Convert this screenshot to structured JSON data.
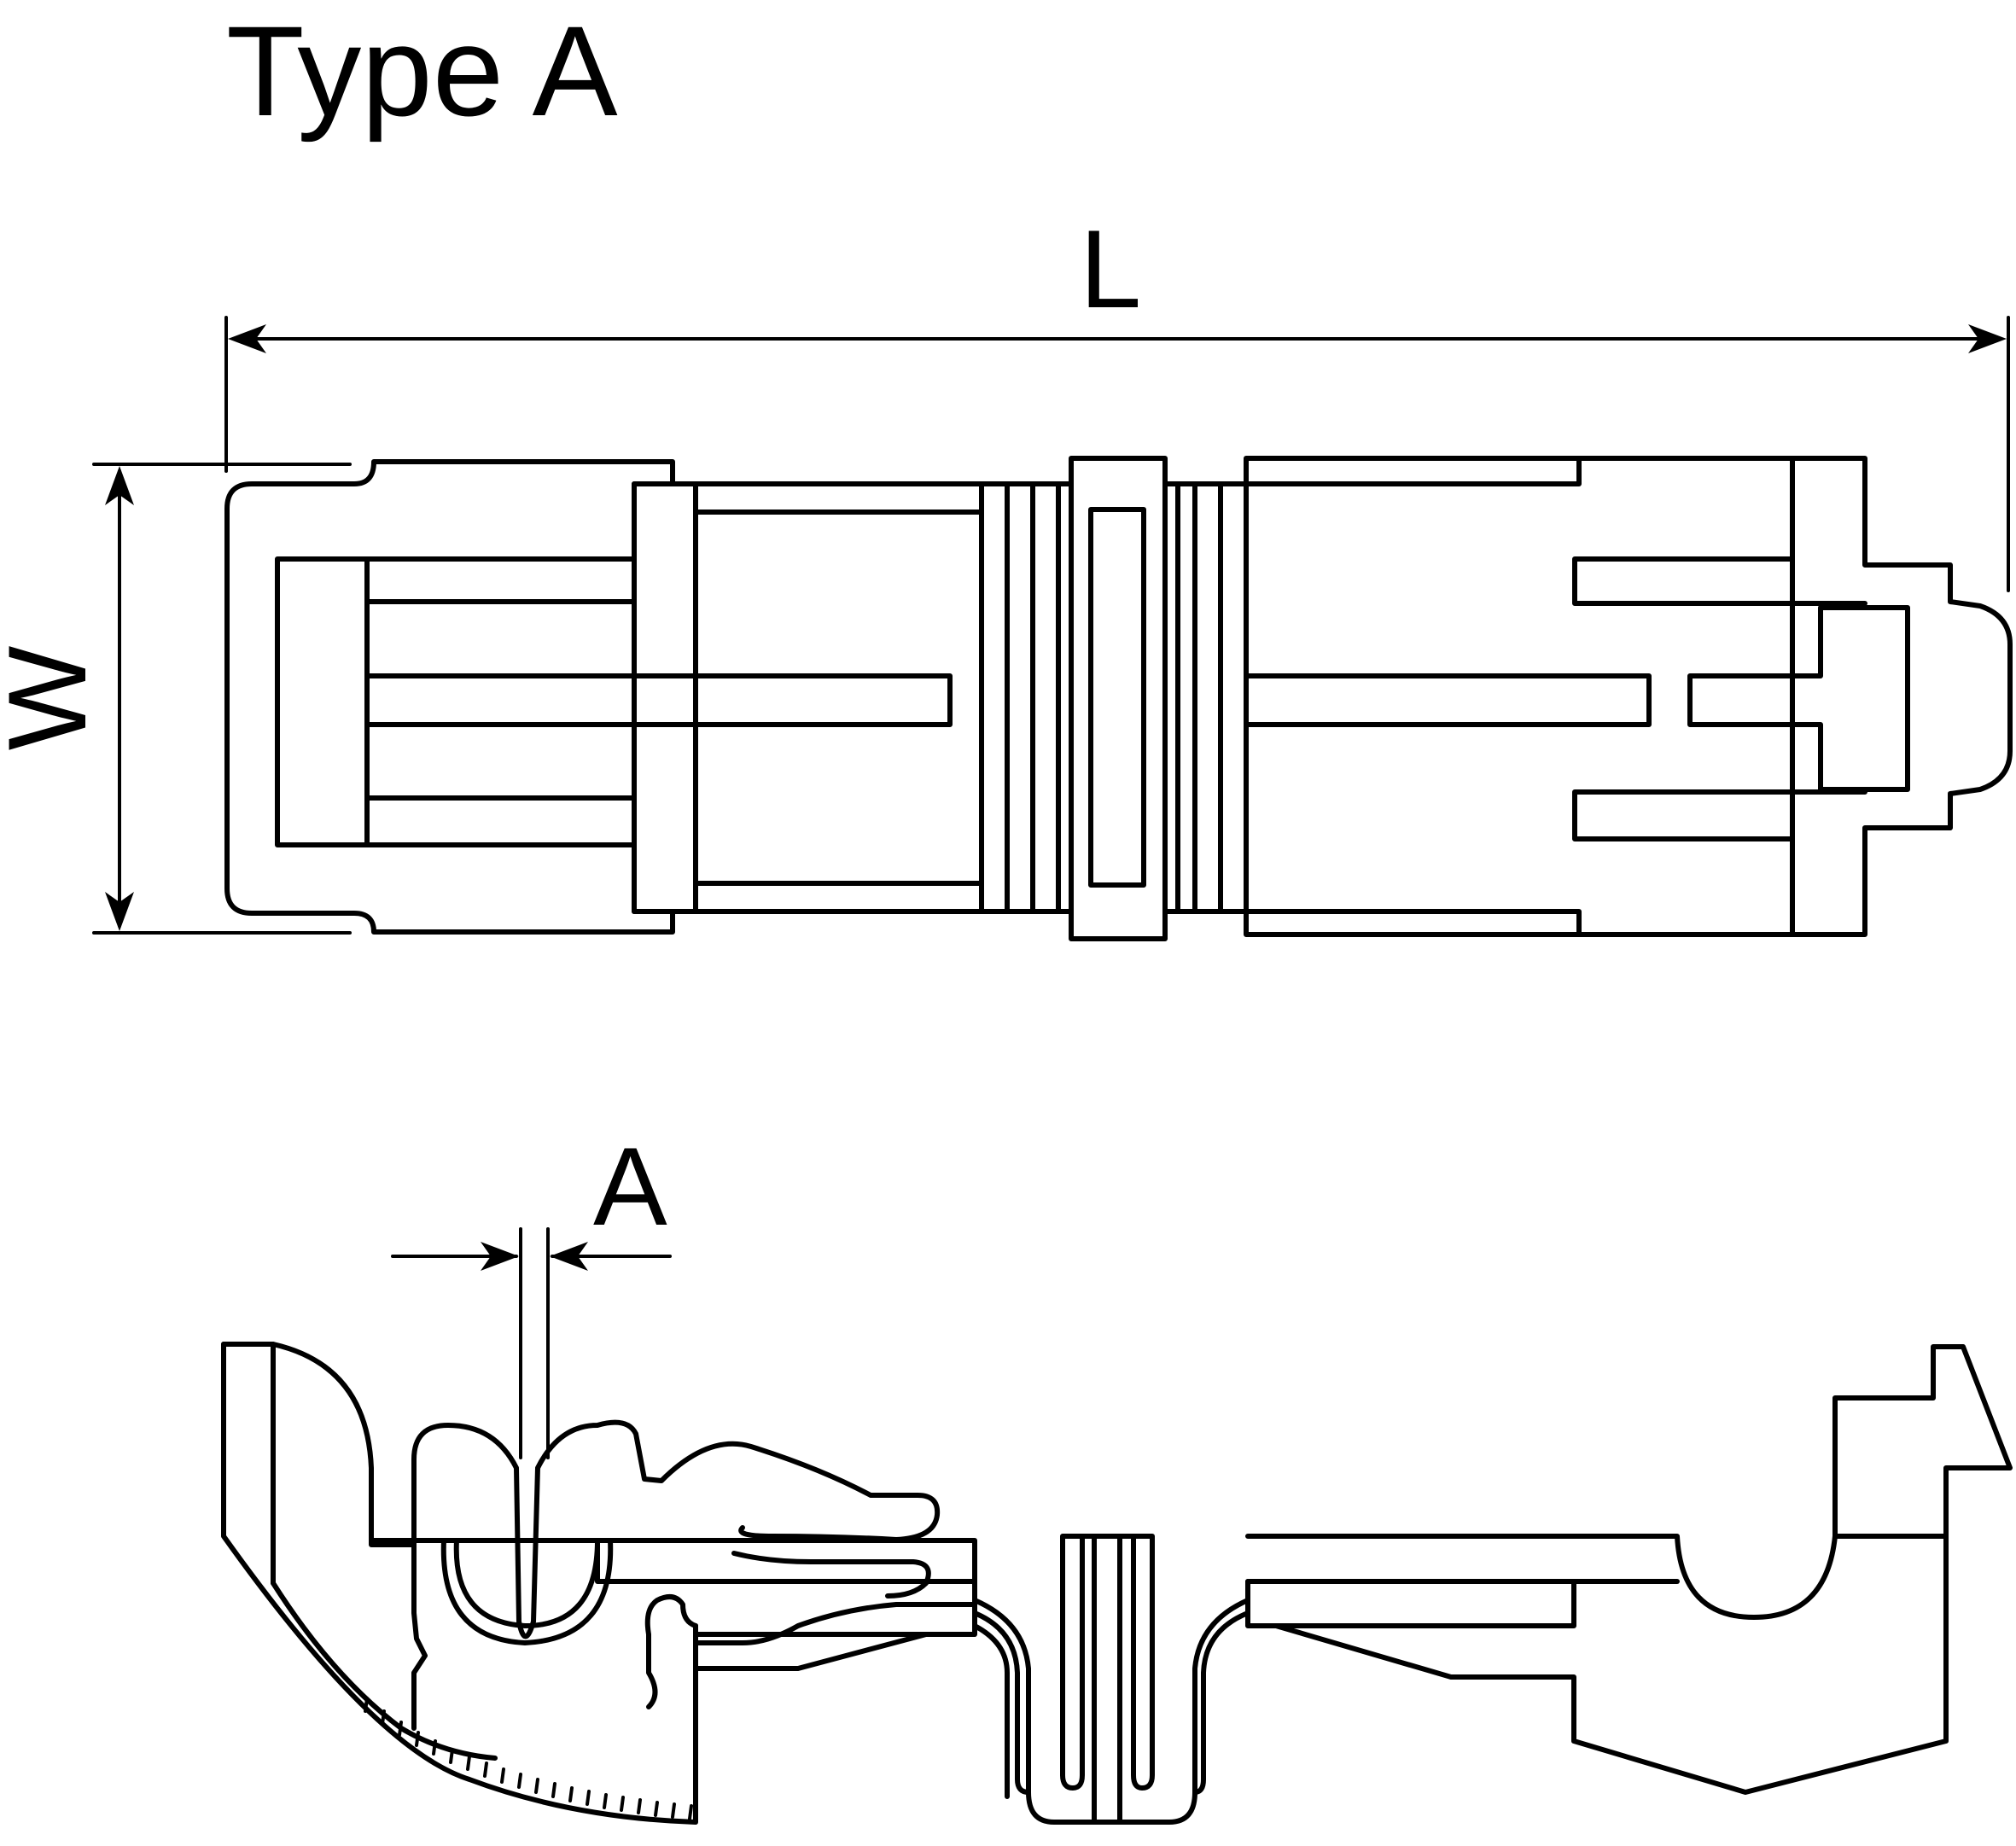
{
  "title": "Type A",
  "dimensions": {
    "length_label": "L",
    "width_label": "W",
    "gap_label": "A"
  },
  "colors": {
    "stroke": "#000000",
    "background": "#ffffff"
  }
}
